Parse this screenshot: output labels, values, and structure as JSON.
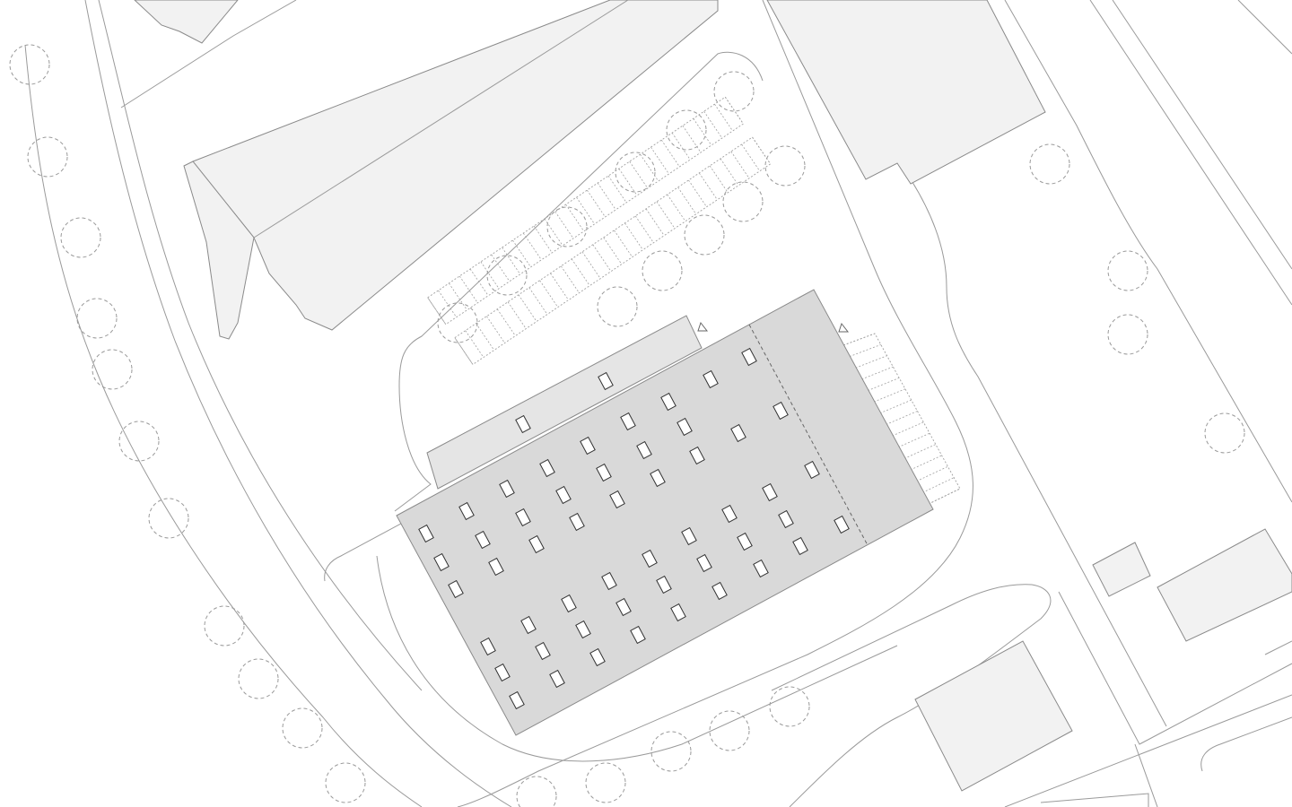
{
  "plan": {
    "background": "#ffffff",
    "colors": {
      "line": "#9a9a9a",
      "neighbor_fill": "#f2f2f2",
      "main_roof": "#d9d9d9",
      "annex": "#e5e5e5",
      "skylight": "#ffffff"
    },
    "icons": {
      "tree": "dashed-circle",
      "skylight": "small-rectangle",
      "entrance_marker": "triangle"
    },
    "trees_count": 33,
    "skylights_count": 58,
    "labels": []
  }
}
